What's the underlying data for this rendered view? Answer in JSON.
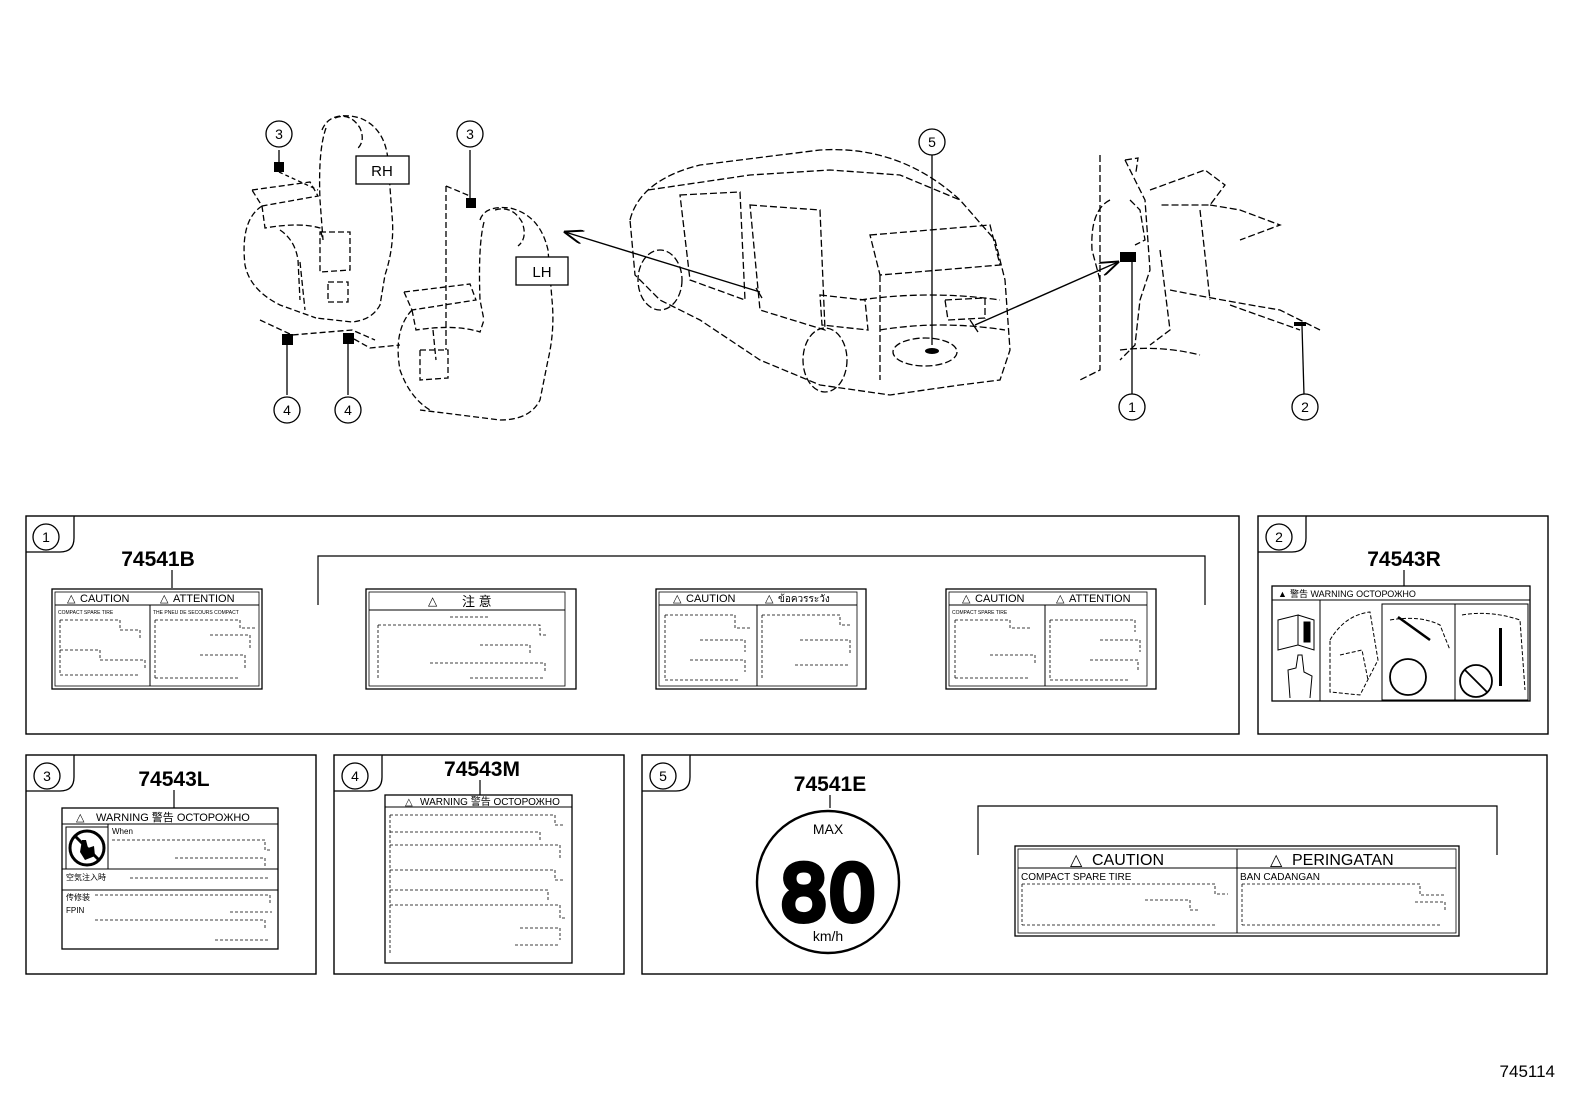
{
  "figure": {
    "id": "745114"
  },
  "overview": {
    "callouts": [
      "1",
      "2",
      "3",
      "3",
      "4",
      "4",
      "5"
    ],
    "rh": "RH",
    "lh": "LH"
  },
  "panels": [
    {
      "n": "1",
      "part": "74541B"
    },
    {
      "n": "2",
      "part": "74543R"
    },
    {
      "n": "3",
      "part": "74543L"
    },
    {
      "n": "4",
      "part": "74543M"
    },
    {
      "n": "5",
      "part": "74541E"
    }
  ],
  "labels": {
    "p1a": {
      "left": "CAUTION",
      "right": "ATTENTION",
      "sub_left": "COMPACT SPARE TIRE",
      "sub_right": "THE PNEU DE SECOURS COMPACT"
    },
    "p1b": {
      "title": "注    意"
    },
    "p1c": {
      "left": "CAUTION",
      "right": "ข้อควรระวัง"
    },
    "p1d": {
      "left": "CAUTION",
      "right": "ATTENTION",
      "sub_left": "COMPACT SPARE TIRE"
    },
    "p2": {
      "header": "警告  WARNING  ОСТОРОЖНО"
    },
    "p3": {
      "header": "WARNING   警告   ОСТОРОЖНО",
      "line1": "When",
      "line2": "空気注入時",
      "line3": "传修装",
      "line4": "FPIN"
    },
    "p4": {
      "header": "WARNING   警告   ОСТОРОЖНО"
    },
    "p5sign": {
      "max": "MAX",
      "speed": "80",
      "unit": "km/h"
    },
    "p5": {
      "left": "CAUTION",
      "right": "PERINGATAN",
      "sub_left": "COMPACT SPARE TIRE",
      "sub_right": "BAN CADANGAN"
    }
  }
}
